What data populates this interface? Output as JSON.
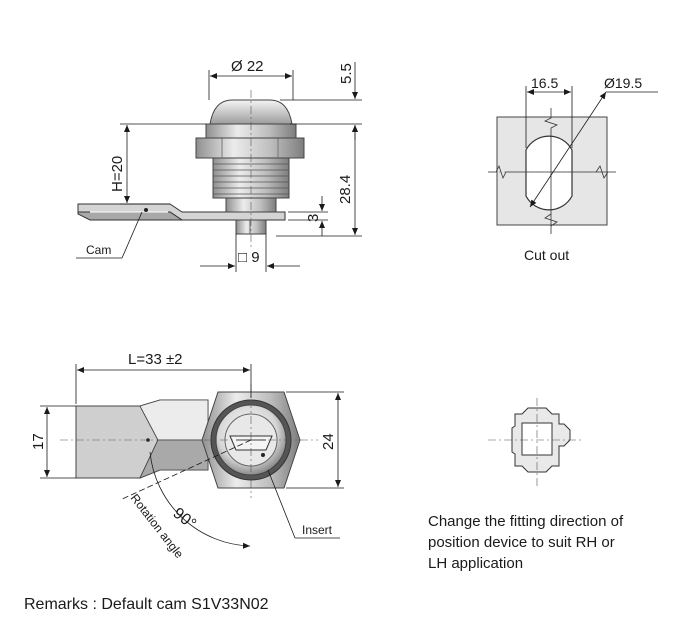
{
  "top_view": {
    "dia_22": "Ø 22",
    "dim_5_5": "5.5",
    "dim_h20": "H=20",
    "dim_28_4": "28.4",
    "dim_3": "3",
    "dim_sq9": "□ 9",
    "cam_label": "Cam"
  },
  "cutout": {
    "dim_16_5": "16.5",
    "dia_19_5": "Ø19.5",
    "caption": "Cut out"
  },
  "front_view": {
    "length_label": "L=33 ±2",
    "dim_17": "17",
    "dim_24": "24",
    "angle_label": "90°",
    "rotation_label": "Rotation angle",
    "insert_label": "Insert"
  },
  "fitting_note": {
    "line1": "Change the fitting direction of",
    "line2": "position device to suit RH or",
    "line3": "LH application"
  },
  "remarks": "Remarks : Default cam S1V33N02"
}
